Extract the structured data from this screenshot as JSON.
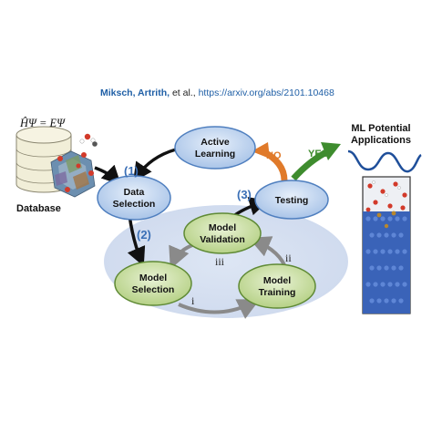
{
  "citation": {
    "authors": "Miksch, Artrith,",
    "etal": " et al., ",
    "url": "https://arxiv.org/abs/2101.10468"
  },
  "equation": "ĤΨ = EΨ",
  "database_label": "Database",
  "nodes": {
    "active_learning": [
      "Active",
      "Learning"
    ],
    "data_selection": [
      "Data",
      "Selection"
    ],
    "testing": "Testing",
    "model_validation": [
      "Model",
      "Validation"
    ],
    "model_selection": [
      "Model",
      "Selection"
    ],
    "model_training": [
      "Model",
      "Training"
    ]
  },
  "steps": {
    "s1": "(1)",
    "s2": "(2)",
    "s3": "(3)"
  },
  "substeps": {
    "i": "i",
    "ii": "ii",
    "iii": "iii"
  },
  "decisions": {
    "no": "NO",
    "yes": "YES"
  },
  "ml_title": [
    "ML Potential",
    "Applications"
  ],
  "colors": {
    "blue_node": "#bcd3ef",
    "blue_stroke": "#4f7fbf",
    "green_node": "#c9dea3",
    "green_stroke": "#5f8a35",
    "cycle_bg": "#d6e0f0",
    "no_arrow": "#e07a2a",
    "yes_arrow": "#3e8c2e",
    "step_color": "#3a6fb6"
  }
}
